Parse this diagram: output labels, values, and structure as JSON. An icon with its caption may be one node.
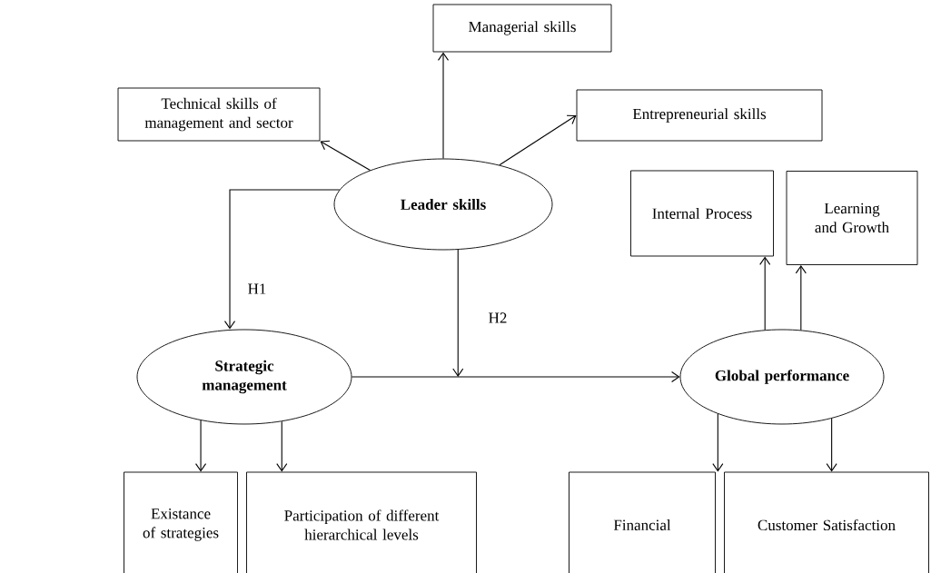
{
  "diagram": {
    "nodes": [
      {
        "text": [
          "Managerial skills"
        ]
      },
      {
        "text": [
          "Technical skills of management and sector"
        ]
      },
      {
        "text": [
          "Entrepreneurial skills"
        ]
      },
      {
        "text": [
          "Leader skills"
        ]
      },
      {
        "text": [
          "Strategic management"
        ]
      },
      {
        "text": [
          "Internal Process"
        ]
      },
      {
        "text": [
          "Learning and Growth"
        ]
      },
      {
        "text": [
          "Global performance"
        ]
      },
      {
        "text": [
          "Existance of strategies"
        ]
      },
      {
        "text": [
          "Participation of different hierarchical levels"
        ]
      },
      {
        "text": [
          "Financial"
        ]
      },
      {
        "text": [
          "Customer Satisfaction"
        ]
      }
    ],
    "edges": [
      {
        "from": 3,
        "to": 0,
        "arrow": "to"
      },
      {
        "from": 3,
        "to": 1,
        "arrow": "to"
      },
      {
        "from": 3,
        "to": 2,
        "arrow": "to"
      },
      {
        "from": 3,
        "to": 4,
        "arrow": "to",
        "label": "H1"
      },
      {
        "from": 3,
        "to": null,
        "arrow": "to",
        "label": "H2"
      },
      {
        "from": 4,
        "to": 7,
        "arrow": "to"
      },
      {
        "from": 7,
        "to": 5,
        "arrow": "to"
      },
      {
        "from": 7,
        "to": 6,
        "arrow": "to"
      },
      {
        "from": 7,
        "to": 10,
        "arrow": "to"
      },
      {
        "from": 7,
        "to": 11,
        "arrow": "to"
      },
      {
        "from": 4,
        "to": 8,
        "arrow": "to"
      },
      {
        "from": 4,
        "to": 9,
        "arrow": "to"
      }
    ]
  }
}
